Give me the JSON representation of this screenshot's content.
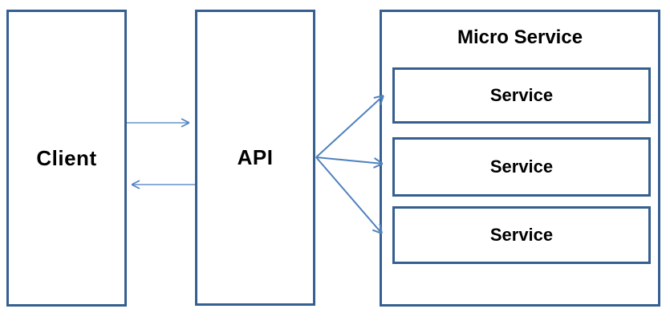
{
  "diagram": {
    "nodes": {
      "client": {
        "label": "Client"
      },
      "api": {
        "label": "API"
      },
      "micro_service": {
        "title": "Micro Service",
        "services": [
          {
            "label": "Service"
          },
          {
            "label": "Service"
          },
          {
            "label": "Service"
          }
        ]
      }
    },
    "connections": [
      {
        "from": "client",
        "to": "api",
        "direction": "right"
      },
      {
        "from": "api",
        "to": "client",
        "direction": "left"
      },
      {
        "from": "api",
        "to": "service-1"
      },
      {
        "from": "api",
        "to": "service-2"
      },
      {
        "from": "api",
        "to": "service-3"
      }
    ],
    "colors": {
      "border": "#365f91",
      "arrow_light": "#6593cc",
      "arrow_dark": "#4f81bd",
      "text": "#000000",
      "background": "#ffffff"
    }
  }
}
